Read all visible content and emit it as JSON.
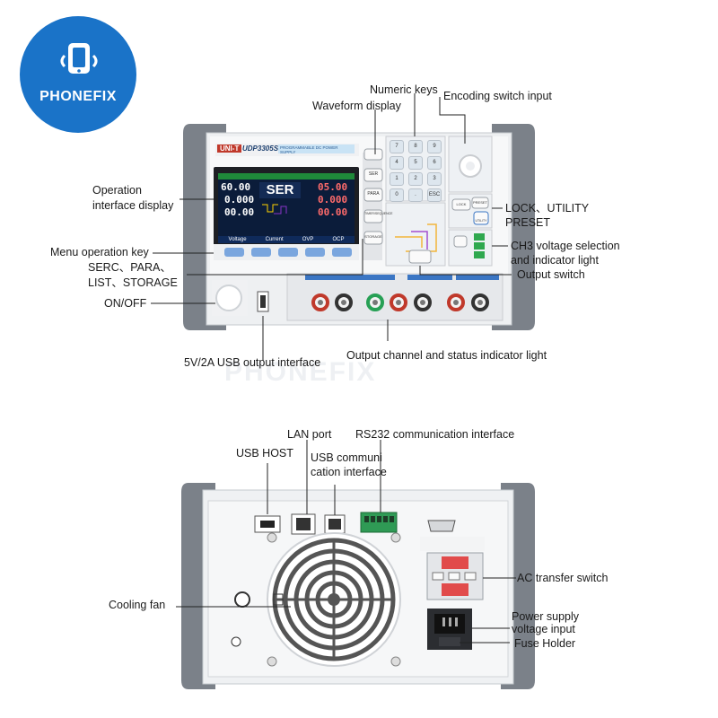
{
  "brand": {
    "name": "PHONEFIX",
    "watermark": "PHONEFIX",
    "color": "#1a73c8"
  },
  "front": {
    "model_badge": "UNI-T",
    "model": "UDP3305S",
    "header_label": "PROGRAMMABLE DC POWER SUPPLY",
    "screen": {
      "title": "SER",
      "ch1": {
        "v": "60.00",
        "a": "0.000",
        "w": "00.00"
      },
      "ch3": {
        "v": "05.00",
        "a": "0.000",
        "w": "00.00"
      },
      "softkeys": [
        "Voltage",
        "Current",
        "OVP",
        "OCP"
      ]
    },
    "side_keys": [
      "SER",
      "PARA",
      "TIMER/SEQUENCE",
      "STORAGE"
    ],
    "numeric_keys": [
      "7",
      "8",
      "9",
      "4",
      "5",
      "6",
      "1",
      "2",
      "3",
      "0",
      ".",
      "ESC"
    ],
    "right_keys": [
      "PRESET",
      "LOCK",
      "UTILITY"
    ],
    "callouts": {
      "numeric_keys": "Numeric keys",
      "encoding_switch": "Encoding switch input",
      "waveform_display": "Waveform display",
      "operation_display": [
        "Operation",
        "interface display"
      ],
      "lock_utility": [
        "LOCK、UTILITY",
        "PRESET"
      ],
      "menu_key": "Menu operation key",
      "ch3_voltage": [
        "CH3 voltage selection",
        "and indicator light"
      ],
      "serc_para": [
        "SERC、PARA、",
        "LIST、STORAGE"
      ],
      "output_switch": "Output switch",
      "on_off": "ON/OFF",
      "usb_output": "5V/2A USB output interface",
      "output_channel": "Output channel and status indicator light"
    }
  },
  "back": {
    "callouts": {
      "lan_port": "LAN port",
      "rs232": "RS232 communication interface",
      "usb_host": "USB HOST",
      "usb_comm": [
        "USB communi",
        "cation interface"
      ],
      "ac_switch": "AC transfer switch",
      "cooling_fan": "Cooling fan",
      "power_input": [
        "Power supply",
        "voltage input"
      ],
      "fuse_holder": "Fuse Holder"
    }
  }
}
